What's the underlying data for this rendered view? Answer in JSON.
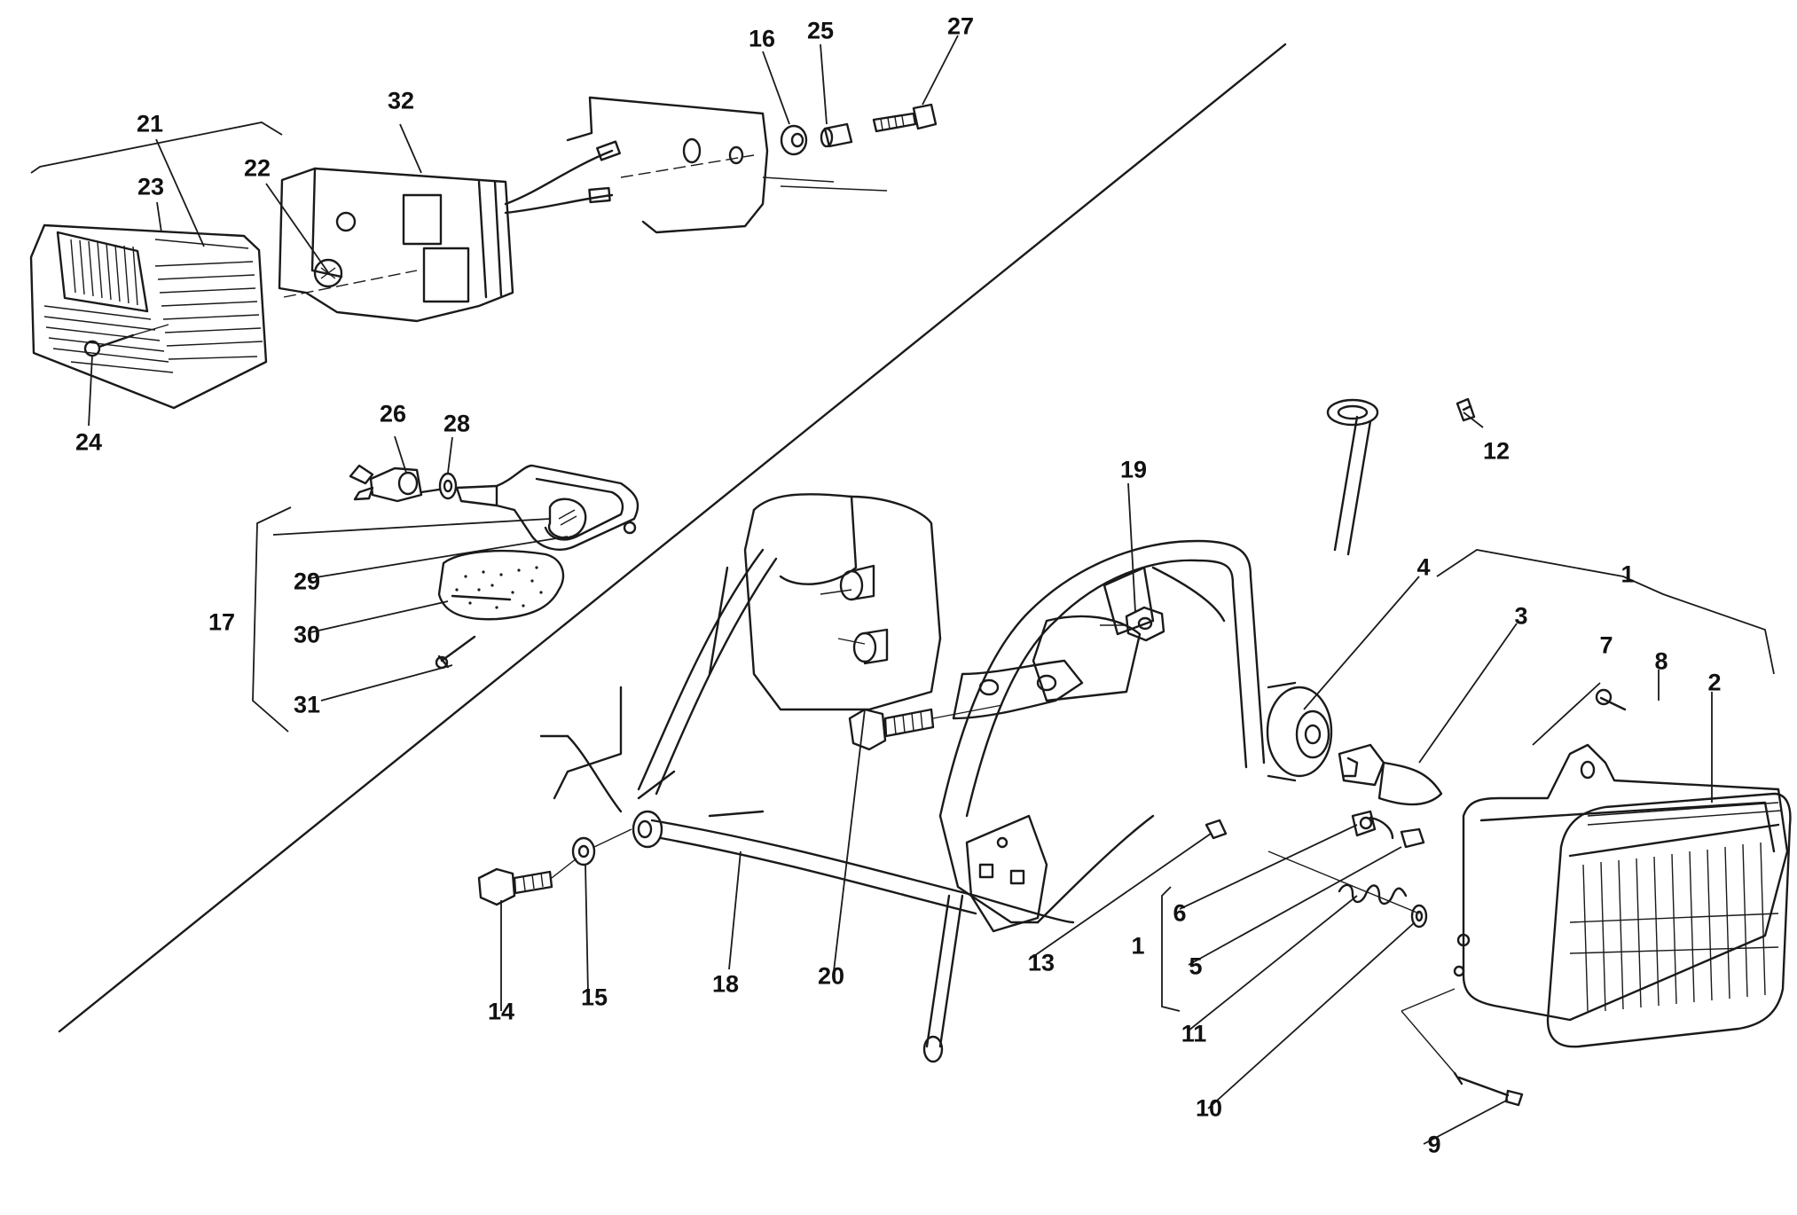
{
  "diagram": {
    "type": "exploded-parts-diagram",
    "callouts": [
      "1",
      "2",
      "3",
      "4",
      "5",
      "6",
      "7",
      "8",
      "9",
      "10",
      "11",
      "12",
      "13",
      "14",
      "15",
      "16",
      "17",
      "18",
      "19",
      "20",
      "21",
      "22",
      "23",
      "24",
      "25",
      "26",
      "27",
      "28",
      "29",
      "30",
      "31",
      "32"
    ],
    "callout_1_group_upper": "1",
    "callout_1_group_lower": "1",
    "colors": {
      "ink": "#1a1a1a",
      "paper": "#ffffff"
    },
    "assemblies": [
      {
        "name": "rear-light-assembly",
        "callouts": [
          "16",
          "21",
          "22",
          "23",
          "24",
          "25",
          "27",
          "32"
        ]
      },
      {
        "name": "turn-indicator-assembly",
        "callouts": [
          "17",
          "26",
          "28",
          "29",
          "30",
          "31"
        ]
      },
      {
        "name": "front-headlight-and-bracket",
        "callouts": [
          "1",
          "2",
          "3",
          "4",
          "5",
          "6",
          "7",
          "8",
          "9",
          "10",
          "11",
          "12",
          "13",
          "14",
          "15",
          "18",
          "19",
          "20"
        ]
      }
    ]
  }
}
